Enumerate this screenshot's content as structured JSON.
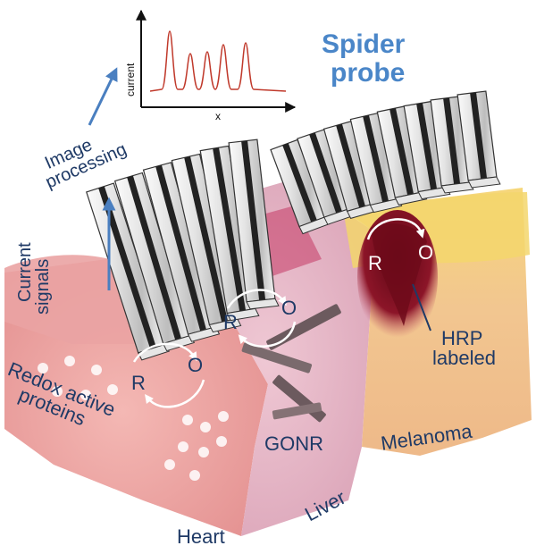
{
  "title": {
    "line1": "Spider",
    "line2": "probe"
  },
  "inset": {
    "ylabel": "current",
    "xlabel": "x"
  },
  "labels": {
    "image_processing": {
      "line1": "Image",
      "line2": "processing"
    },
    "current_signals": {
      "line1": "Current",
      "line2": "signals"
    },
    "redox_proteins": {
      "line1": "Redox active",
      "line2": "proteins"
    },
    "hrp": {
      "line1": "HRP",
      "line2": "labeled"
    },
    "gonr": "GONR",
    "melanoma": "Melanoma",
    "liver": "Liver",
    "heart": "Heart"
  },
  "redox": [
    {
      "r": "R",
      "o": "O"
    },
    {
      "r": "R",
      "o": "O"
    },
    {
      "r": "R",
      "o": "O"
    }
  ],
  "colors": {
    "title": "#4a86c8",
    "label": "#1f3a66",
    "arrow": "#4a7fc0",
    "trace": "#c0392b",
    "heart": "#e8a2a2",
    "liver": "#e2b4c4",
    "melanoma": "#f0c890",
    "tumor": "#7a0a1c"
  }
}
